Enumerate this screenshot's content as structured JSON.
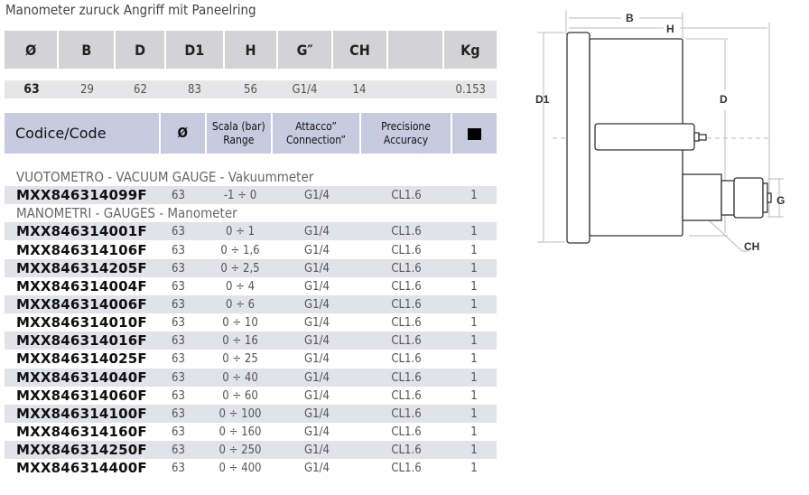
{
  "subtitle": "Manometer zuruck Angriff mit Paneelring",
  "spec": {
    "headers": [
      "Ø",
      "B",
      "D",
      "D1",
      "H",
      "G″",
      "CH",
      "",
      "Kg"
    ],
    "values": [
      "63",
      "29",
      "62",
      "83",
      "56",
      "G1/4",
      "14",
      "",
      "0.153"
    ]
  },
  "code_table": {
    "headers": {
      "code": "Codice/Code",
      "dia": "Ø",
      "range_1": "Scala (bar)",
      "range_2": "Range",
      "conn_1": "Attacco”",
      "conn_2": "Connection”",
      "acc_1": "Precisione",
      "acc_2": "Accuracy",
      "box_icon": "box-icon"
    },
    "groups": [
      {
        "title": "VUOTOMETRO - VACUUM GAUGE - Vakuummeter",
        "rows": [
          [
            "MXX846314099F",
            "63",
            "-1 ÷ 0",
            "G1/4",
            "CL1.6",
            "1"
          ]
        ]
      },
      {
        "title": "MANOMETRI - GAUGES - Manometer",
        "rows": [
          [
            "MXX846314001F",
            "63",
            "0 ÷ 1",
            "G1/4",
            "CL1.6",
            "1"
          ],
          [
            "MXX846314106F",
            "63",
            "0 ÷ 1,6",
            "G1/4",
            "CL1.6",
            "1"
          ],
          [
            "MXX846314205F",
            "63",
            "0 ÷ 2,5",
            "G1/4",
            "CL1.6",
            "1"
          ],
          [
            "MXX846314004F",
            "63",
            "0 ÷ 4",
            "G1/4",
            "CL1.6",
            "1"
          ],
          [
            "MXX846314006F",
            "63",
            "0 ÷ 6",
            "G1/4",
            "CL1.6",
            "1"
          ],
          [
            "MXX846314010F",
            "63",
            "0 ÷ 10",
            "G1/4",
            "CL1.6",
            "1"
          ],
          [
            "MXX846314016F",
            "63",
            "0 ÷ 16",
            "G1/4",
            "CL1.6",
            "1"
          ],
          [
            "MXX846314025F",
            "63",
            "0 ÷ 25",
            "G1/4",
            "CL1.6",
            "1"
          ],
          [
            "MXX846314040F",
            "63",
            "0 ÷ 40",
            "G1/4",
            "CL1.6",
            "1"
          ],
          [
            "MXX846314060F",
            "63",
            "0 ÷ 60",
            "G1/4",
            "CL1.6",
            "1"
          ],
          [
            "MXX846314100F",
            "63",
            "0 ÷ 100",
            "G1/4",
            "CL1.6",
            "1"
          ],
          [
            "MXX846314160F",
            "63",
            "0 ÷ 160",
            "G1/4",
            "CL1.6",
            "1"
          ],
          [
            "MXX846314250F",
            "63",
            "0 ÷ 250",
            "G1/4",
            "CL1.6",
            "1"
          ],
          [
            "MXX846314400F",
            "63",
            "0 ÷ 400",
            "G1/4",
            "CL1.6",
            "1"
          ]
        ]
      }
    ]
  },
  "drawing": {
    "labels": {
      "b": "B",
      "h": "H",
      "d1": "D1",
      "d": "D",
      "g": "G",
      "ch": "CH"
    }
  },
  "colors": {
    "spec_header": "#d3d3d5",
    "code_header": "#c7cbdf",
    "row_shade": "#e1e2ea"
  }
}
